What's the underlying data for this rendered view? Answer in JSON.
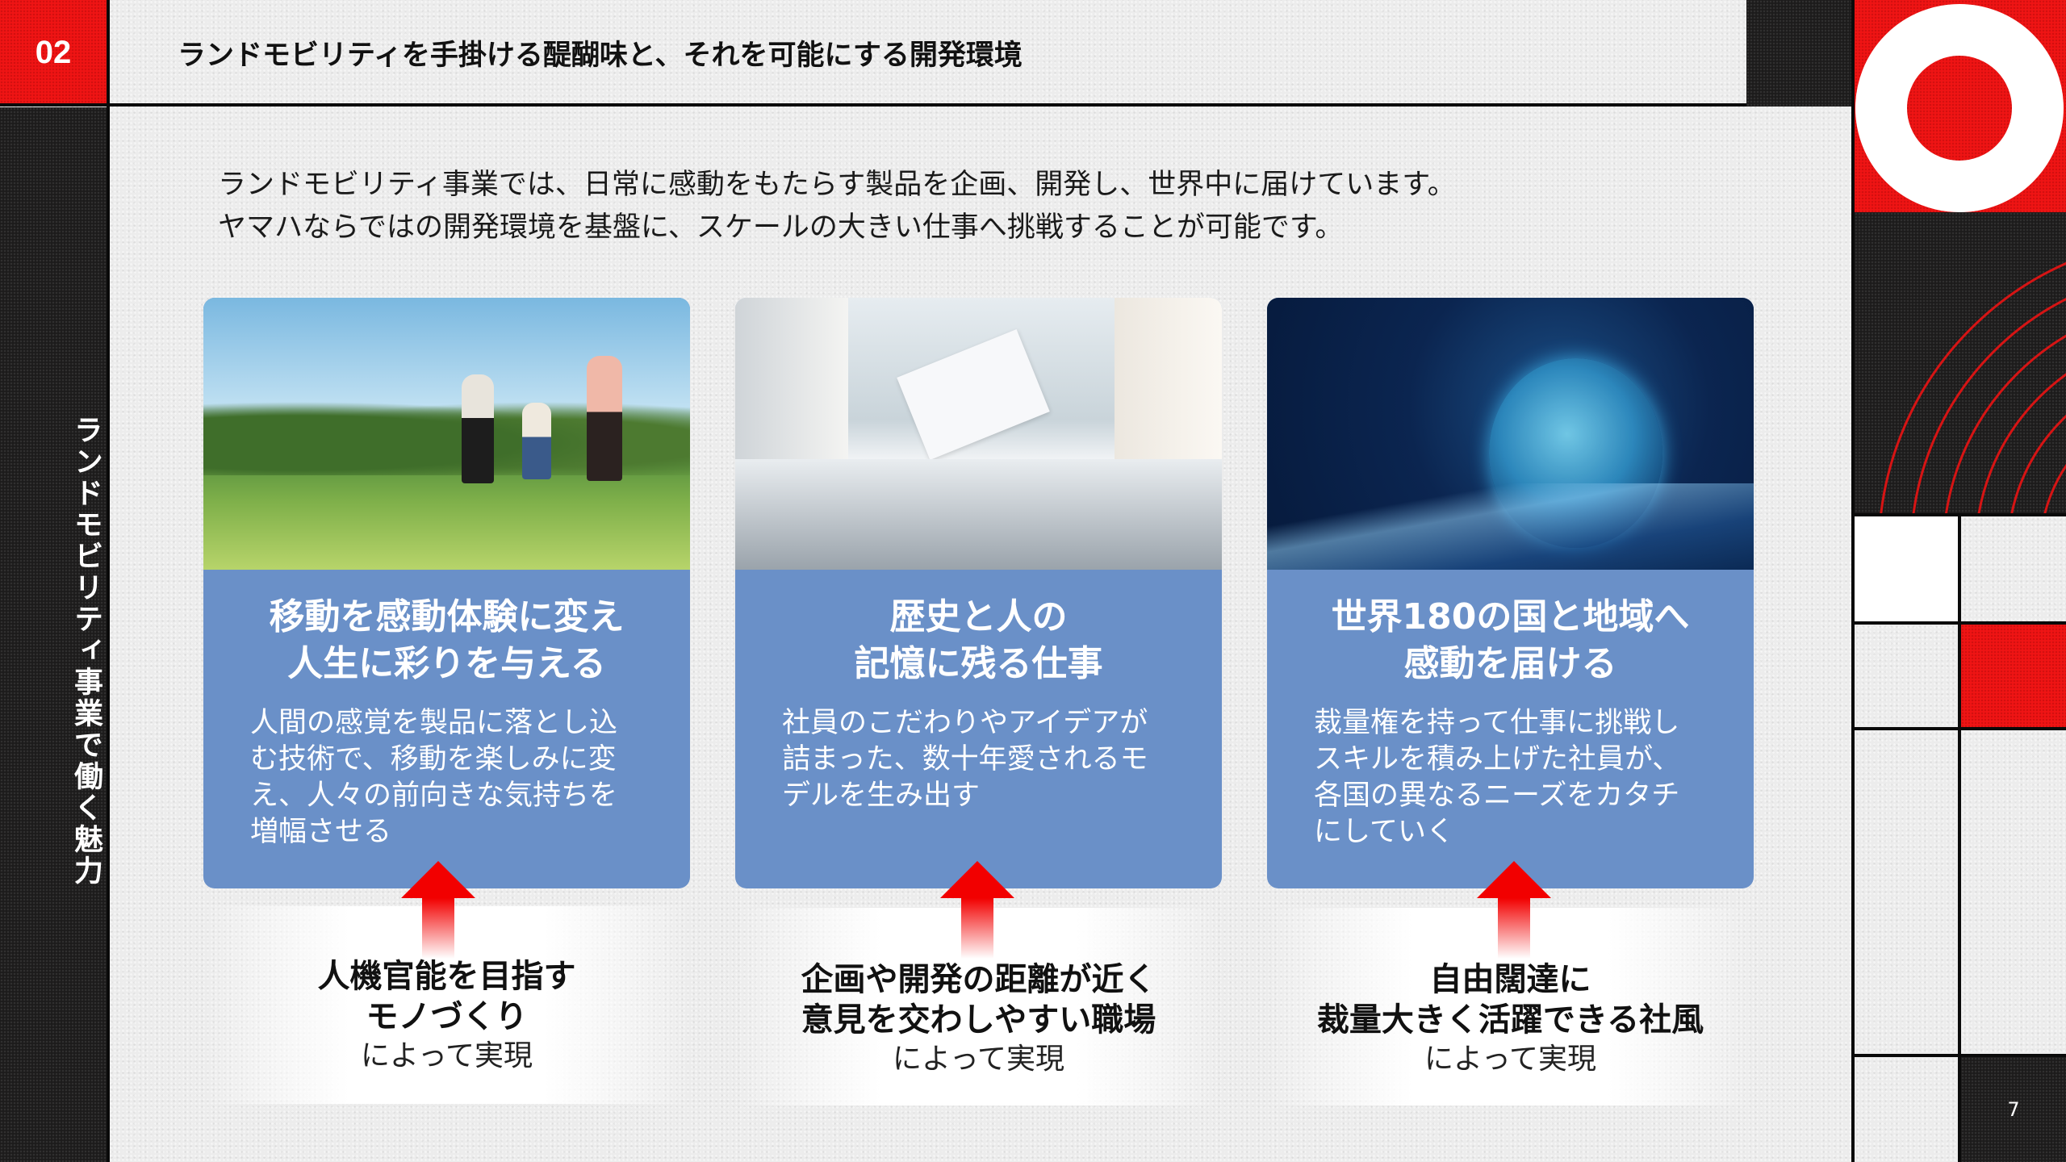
{
  "header": {
    "section_number": "02",
    "title": "ランドモビリティを手掛ける醍醐味と、それを可能にする開発環境"
  },
  "sidebar": {
    "vertical_title": "ランドモビリティ事業で働く魅力"
  },
  "intro": {
    "line1": "ランドモビリティ事業では、日常に感動をもたらす製品を企画、開発し、世界中に届けています。",
    "line2": "ヤマハならではの開発環境を基盤に、スケールの大きい仕事へ挑戦することが可能です。"
  },
  "cards": [
    {
      "image": "family-in-field-photo",
      "title_line1": "移動を感動体験に変え",
      "title_line2": "人生に彩りを与える",
      "body": "人間の感覚を製品に落とし込む技術で、移動を楽しみに変え、人々の前向きな気持ちを増幅させる",
      "caption_line1": "人機官能を目指す",
      "caption_line2": "モノづくり",
      "caption_sub": "によって実現"
    },
    {
      "image": "business-meeting-documents-photo",
      "title_line1": "歴史と人の",
      "title_line2": "記憶に残る仕事",
      "body": "社員のこだわりやアイデアが詰まった、数十年愛されるモデルを生み出す",
      "caption_line1": "企画や開発の距離が近く",
      "caption_line2": "意見を交わしやすい職場",
      "caption_sub": "によって実現"
    },
    {
      "image": "digital-globe-photo",
      "title_line1": "世界180の国と地域へ",
      "title_line2": "感動を届ける",
      "body": "裁量権を持って仕事に挑戦しスキルを積み上げた社員が、各国の異なるニーズをカタチにしていく",
      "caption_line1": "自由闊達に",
      "caption_line2": "裁量大きく活躍できる社風",
      "caption_sub": "によって実現"
    }
  ],
  "footer": {
    "page_number": "7"
  },
  "colors": {
    "accent_red": "#f01414",
    "card_blue": "#6a90c8",
    "dark": "#1c1b1b"
  }
}
